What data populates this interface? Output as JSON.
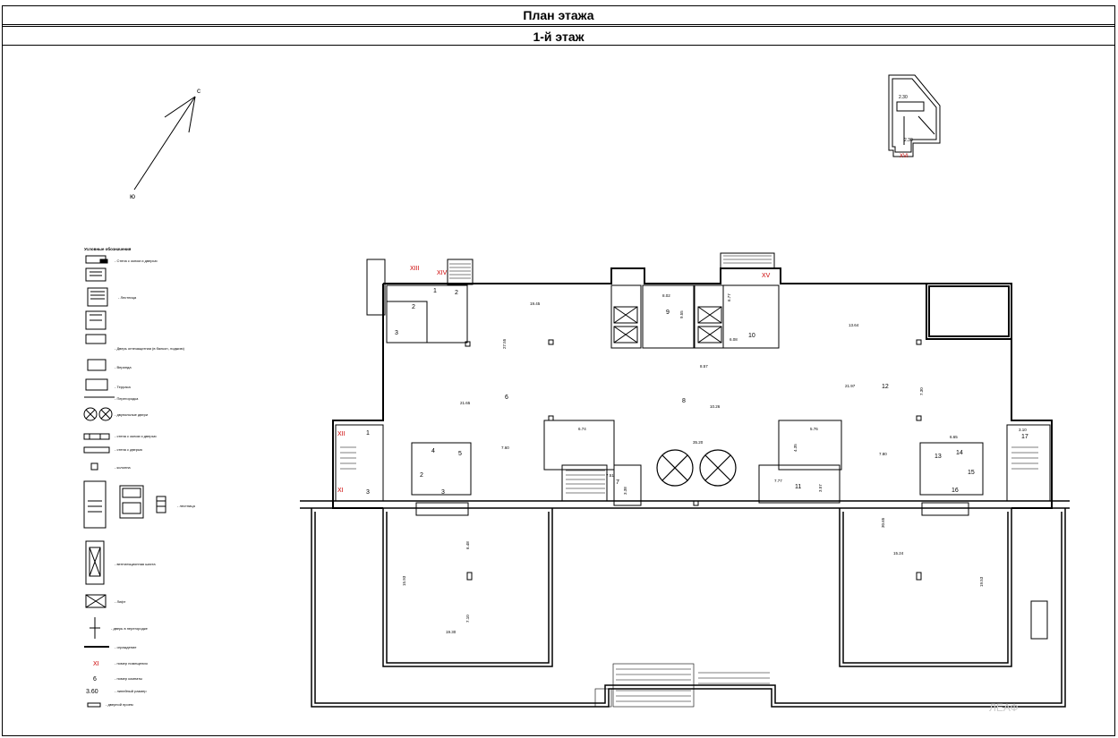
{
  "header": {
    "title": "План этажа",
    "floor": "1-й этаж"
  },
  "compass": {
    "north": "с",
    "south": "ю"
  },
  "legend": {
    "title": "Условные обозначения",
    "items": [
      {
        "icon": "wall-opening-icon",
        "label": "- Стена с окном и дверью"
      },
      {
        "icon": "stair-icon",
        "label": "- Лестница"
      },
      {
        "icon": "door-icon",
        "label": "- Дверь огнезащитная (в балкон, лоджию)"
      },
      {
        "icon": "veranda-icon",
        "label": "- Веранда"
      },
      {
        "icon": "terrace-icon",
        "label": "- Терраса"
      },
      {
        "icon": "partition-icon",
        "label": "- Перегородка"
      },
      {
        "icon": "pair-door-icon",
        "label": "- двупольные двери"
      },
      {
        "icon": "wall-window-icon",
        "label": "- стена с окном и дверью"
      },
      {
        "icon": "wall-door-icon",
        "label": "- стена с дверью"
      },
      {
        "icon": "column-icon",
        "label": "- колонна"
      },
      {
        "icon": "stair-detail-icon",
        "label": "- лестница"
      },
      {
        "icon": "shaft-icon",
        "label": "- вентиляционная шахта"
      },
      {
        "icon": "elevator-icon",
        "label": "- Лифт"
      },
      {
        "icon": "door-partition-icon",
        "label": "- дверь в перегородке"
      },
      {
        "icon": "arch-icon",
        "label": "- ограждение"
      },
      {
        "icon": "premise-number-icon",
        "symbol": "XI",
        "label": "- номер помещения"
      },
      {
        "icon": "room-number-icon",
        "symbol": "6",
        "label": "- номер комнаты"
      },
      {
        "icon": "size-icon",
        "symbol": "3.60",
        "label": "- линейный размер"
      },
      {
        "icon": "passage-icon",
        "label": "- дверной проем"
      }
    ]
  },
  "plan": {
    "premises": [
      "XIII",
      "XIV",
      "XV",
      "XII",
      "XI",
      "XVI"
    ],
    "rooms": [
      "1",
      "2",
      "3",
      "4",
      "5",
      "6",
      "7",
      "8",
      "9",
      "10",
      "11",
      "12",
      "13",
      "14",
      "15",
      "16",
      "17",
      "2",
      "3",
      "1",
      "2",
      "3"
    ],
    "dimensions": [
      "19.45",
      "27.55",
      "21.65",
      "7.60",
      "8.02",
      "9.55",
      "6.77",
      "6.08",
      "10.26",
      "13.64",
      "21.97",
      "7.30",
      "35.20",
      "6.74",
      "4.35",
      "7.77",
      "3.57",
      "5.76",
      "15.24",
      "30.65",
      "19.53",
      "6.48",
      "7.10",
      "19.30",
      "15.93",
      "7.80",
      "6.65",
      "3.10",
      "7.51",
      "3.38",
      "8.57"
    ],
    "inset_dims": [
      "2.30",
      "2.30"
    ]
  },
  "watermark": "ЛЕАФ"
}
